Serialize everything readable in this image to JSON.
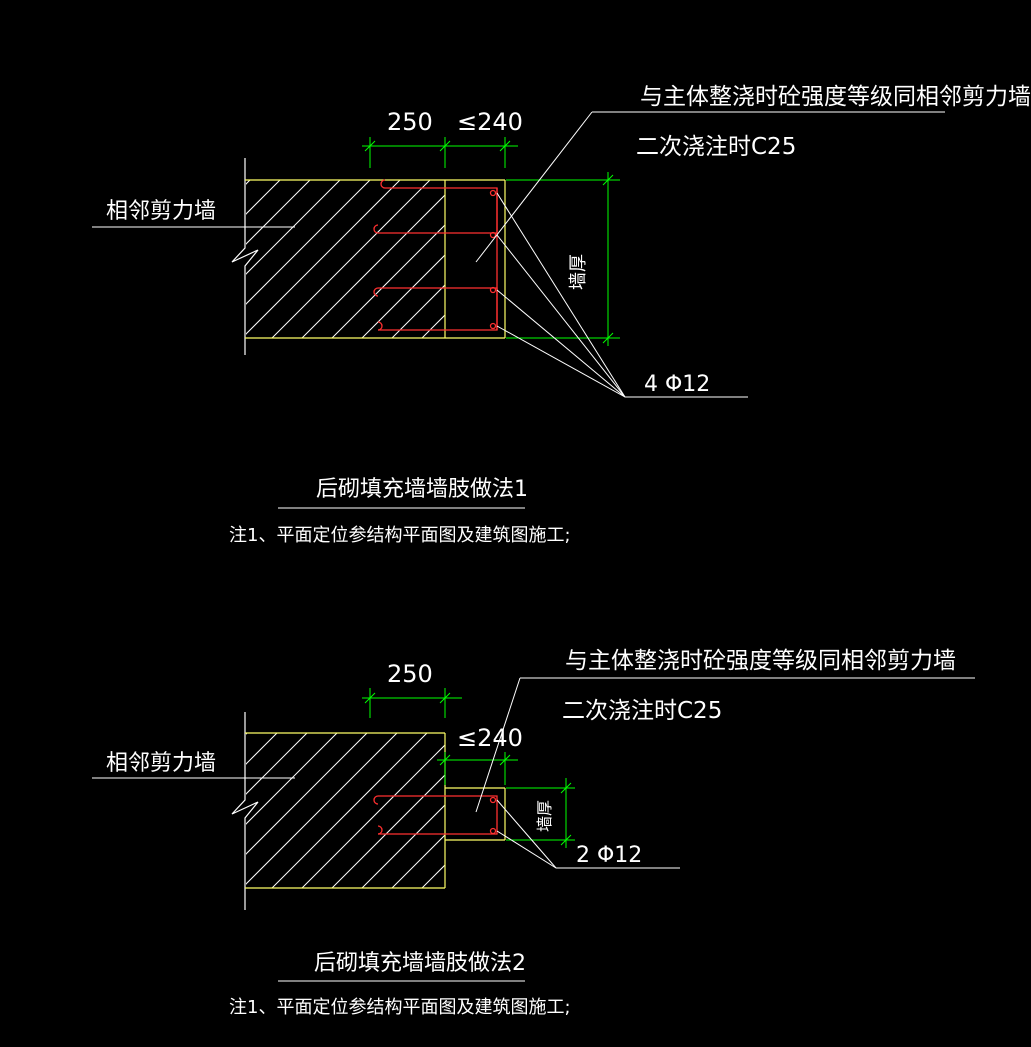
{
  "colors": {
    "background": "#000000",
    "text": "#ffffff",
    "wall_outline": "#ffff66",
    "dimension": "#00ff00",
    "rebar": "#ff3030",
    "line": "#ffffff"
  },
  "detail1": {
    "wall_label": "相邻剪力墙",
    "dim_250": "250",
    "dim_240": "≤240",
    "dim_thickness": "墙厚",
    "note_pour": "与主体整浇时砼强度等级同相邻剪力墙",
    "note_secondary": "二次浇注时C25",
    "rebar_label": "4 Φ12",
    "title": "后砌填充墙墙肢做法1",
    "note": "注1、平面定位参结构平面图及建筑图施工;"
  },
  "detail2": {
    "wall_label": "相邻剪力墙",
    "dim_250": "250",
    "dim_240": "≤240",
    "dim_thickness": "墙厚",
    "note_pour": "与主体整浇时砼强度等级同相邻剪力墙",
    "note_secondary": "二次浇注时C25",
    "rebar_label": "2 Φ12",
    "title": "后砌填充墙墙肢做法2",
    "note": "注1、平面定位参结构平面图及建筑图施工;"
  }
}
